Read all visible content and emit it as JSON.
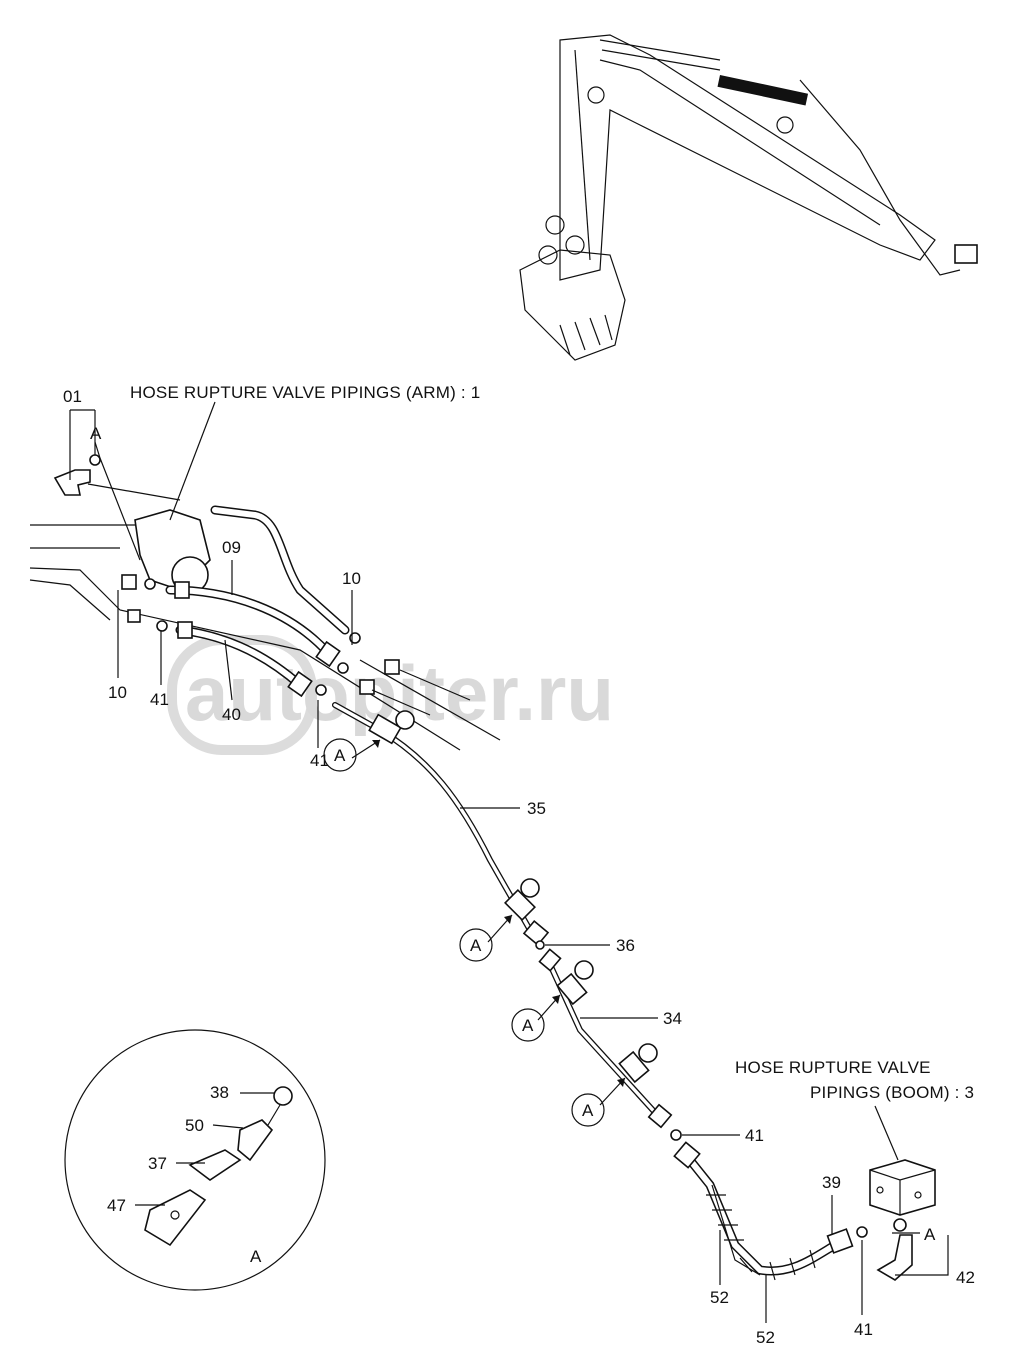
{
  "titles": {
    "arm": "HOSE RUPTURE  VALVE  PIPINGS (ARM) : 1",
    "boom_line1": "HOSE RUPTURE  VALVE",
    "boom_line2": "PIPINGS (BOOM) : 3"
  },
  "watermark": "autopiter.ru",
  "labels": {
    "p01": "01",
    "p09": "09",
    "p10a": "10",
    "p10b": "10",
    "p40": "40",
    "p41a": "41",
    "p41b": "41",
    "p41c": "41",
    "p41d": "41",
    "p35": "35",
    "p36": "36",
    "p34": "34",
    "p39": "39",
    "p42": "42",
    "p52a": "52",
    "p52b": "52",
    "p38": "38",
    "p50": "50",
    "p37": "37",
    "p47": "47"
  },
  "markers": {
    "a_letter": "A",
    "detail_circle": "A",
    "callout_1": "A",
    "callout_2": "A",
    "callout_3": "A",
    "callout_4": "A",
    "top_a": "A",
    "right_a": "A"
  }
}
